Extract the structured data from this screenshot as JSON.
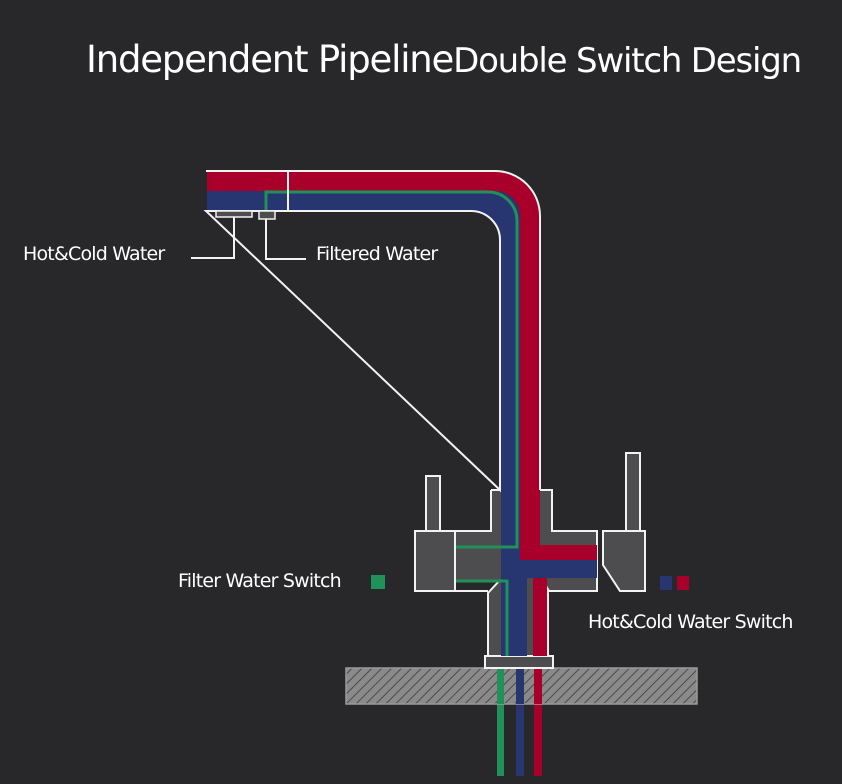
{
  "title": {
    "part1": "Independent Pipeline",
    "part2": "Double Switch Design"
  },
  "labels": {
    "hot_cold_water": "Hot&Cold Water",
    "filtered_water": "Filtered Water",
    "filter_water_switch": "Filter Water Switch",
    "hot_cold_water_switch": "Hot&Cold Water Switch"
  },
  "colors": {
    "background": "#28282a",
    "hot": "#a8002b",
    "cold": "#273570",
    "filtered": "#21915a",
    "body": "#4d4d4f",
    "outline": "#f2f2f2",
    "counter": "#8a8a8a"
  },
  "legend": [
    {
      "name": "filter-switch-legend",
      "colors": [
        "filtered"
      ]
    },
    {
      "name": "hot-cold-switch-legend",
      "colors": [
        "cold",
        "hot"
      ]
    }
  ]
}
